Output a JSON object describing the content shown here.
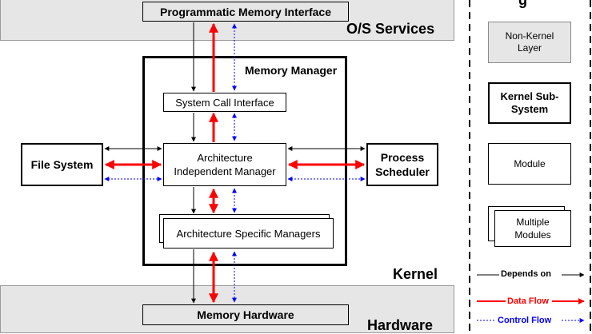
{
  "layers": {
    "os_services": "O/S Services",
    "kernel": "Kernel",
    "hardware": "Hardware"
  },
  "boxes": {
    "programmatic_memory_interface": "Programmatic Memory Interface",
    "memory_manager": "Memory Manager",
    "system_call_interface": "System Call Interface",
    "architecture_independent_manager_line1": "Architecture",
    "architecture_independent_manager_line2": "Independent Manager",
    "architecture_specific_managers": "Architecture Specific Managers",
    "file_system": "File System",
    "process_scheduler_line1": "Process",
    "process_scheduler_line2": "Scheduler",
    "memory_hardware": "Memory Hardware"
  },
  "legend": {
    "title": "g",
    "non_kernel_layer_line1": "Non-Kernel",
    "non_kernel_layer_line2": "Layer",
    "kernel_subsystem_line1": "Kernel Sub-",
    "kernel_subsystem_line2": "System",
    "module": "Module",
    "multiple_modules_line1": "Multiple",
    "multiple_modules_line2": "Modules",
    "depends_on": "Depends on",
    "data_flow": "Data Flow",
    "control_flow": "Control Flow"
  },
  "colors": {
    "depends": "#000000",
    "data_flow": "#ff0000",
    "control_flow": "#0000ff",
    "layer_fill": "#e6e6e6"
  }
}
